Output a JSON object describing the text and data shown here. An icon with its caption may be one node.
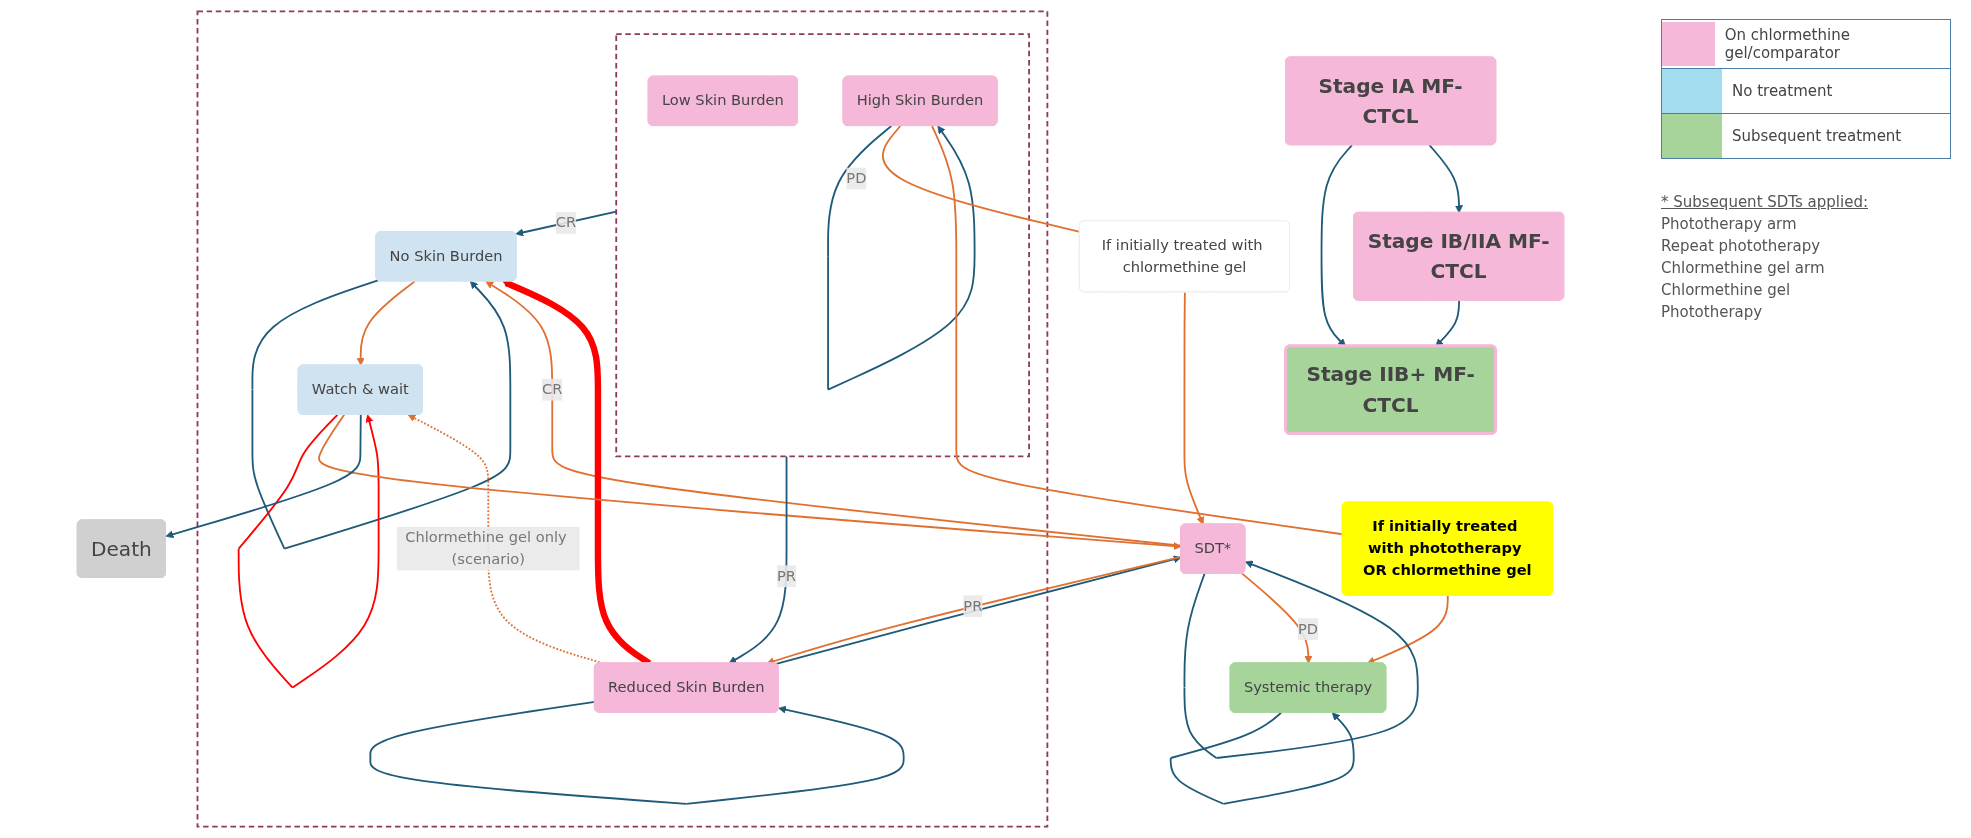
{
  "diagram": {
    "nodes": [
      {
        "text": [
          "Stage IA MF-CTCL"
        ]
      },
      {
        "text": [
          "Stage IB/IIA MF-CTCL"
        ]
      },
      {
        "text": [
          "Stage IIB+ MF-CTCL"
        ]
      },
      {
        "text": [],
        "shape": "box"
      },
      {
        "text": [],
        "shape": "box",
        "in": 3
      },
      {
        "text": [
          "Low Skin Burden"
        ],
        "in": 4
      },
      {
        "text": [
          "High Skin Burden"
        ],
        "in": 4
      },
      {
        "text": [
          "No Skin Burden"
        ],
        "in": 3
      },
      {
        "text": [
          "Reduced Skin Burden"
        ],
        "in": 3
      },
      {
        "text": [
          "Watch & wait"
        ],
        "in": 3
      },
      {
        "text": [
          "Death"
        ]
      },
      {
        "text": [
          "SDT*"
        ]
      },
      {
        "text": [
          "Systemic therapy"
        ]
      },
      {
        "text": [
          "If initially treated with chlormethine gel"
        ]
      },
      {
        "text": [
          "If initially treated with phototherapy OR chlormethine gel"
        ]
      }
    ],
    "edges": [
      {
        "from": 0,
        "to": 2,
        "arrow": "to"
      },
      {
        "from": 0,
        "to": 1,
        "arrow": "to"
      },
      {
        "from": 1,
        "to": 2,
        "arrow": "to"
      },
      {
        "from": 6,
        "to": 6,
        "arrow": "to"
      },
      {
        "from": 4,
        "to": 7,
        "arrow": "to",
        "label": "CR"
      },
      {
        "from": 4,
        "to": 8,
        "arrow": "to",
        "label": "PR"
      },
      {
        "from": 6,
        "to": 13,
        "arrow": "none",
        "label": "PD",
        "color": "#e07030"
      },
      {
        "from": 13,
        "to": 11,
        "arrow": "to",
        "color": "#e07030"
      },
      {
        "from": 6,
        "to": 14,
        "arrow": "none",
        "color": "#e07030"
      },
      {
        "from": 14,
        "to": 12,
        "arrow": "to",
        "color": "#e07030"
      },
      {
        "from": 11,
        "to": 7,
        "arrow": "to",
        "label": "CR",
        "color": "#e07030"
      },
      {
        "from": 7,
        "to": 7,
        "arrow": "to"
      },
      {
        "from": 8,
        "to": 8,
        "arrow": "to"
      },
      {
        "from": 8,
        "to": 7,
        "arrow": "to",
        "style": "thick",
        "color": "#ff0000"
      },
      {
        "from": 8,
        "to": 11,
        "arrow": "to"
      },
      {
        "from": 11,
        "to": 8,
        "arrow": "to",
        "label": "PR",
        "color": "#e07030"
      },
      {
        "from": 8,
        "to": 9,
        "arrow": "to",
        "label": "Chlormethine gel only (scenario)",
        "style": "dashed",
        "color": "#e07030"
      },
      {
        "from": 7,
        "to": 9,
        "arrow": "to",
        "color": "#e07030"
      },
      {
        "from": 9,
        "to": 9,
        "arrow": "to",
        "color": "#ff0000"
      },
      {
        "from": 9,
        "to": 11,
        "arrow": "to",
        "color": "#e07030"
      },
      {
        "from": 9,
        "to": 10,
        "arrow": "to"
      },
      {
        "from": 11,
        "to": 11,
        "arrow": "to"
      },
      {
        "from": 11,
        "to": 12,
        "arrow": "to",
        "label": "PD",
        "color": "#e07030"
      },
      {
        "from": 12,
        "to": 12,
        "arrow": "to"
      }
    ],
    "labels": [
      "* Subsequent SDTs applied:",
      "Phototherapy arm",
      "Repeat phototherapy",
      "Chlormethine gel arm",
      "Chlormethine gel",
      "Phototherapy"
    ],
    "legend": [
      {
        "text": "On chlormethine gel/comparator",
        "color": "#f5b8d8"
      },
      {
        "text": "No treatment",
        "color": "#a3dcee"
      },
      {
        "text": "Subsequent treatment",
        "color": "#a6d49b"
      }
    ]
  }
}
